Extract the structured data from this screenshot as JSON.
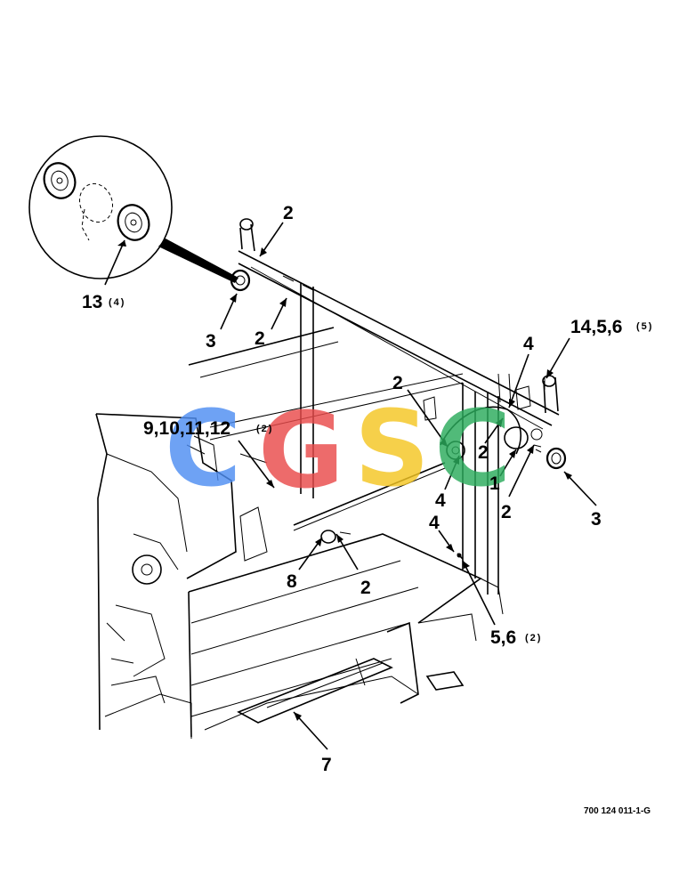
{
  "diagram": {
    "callouts": [
      {
        "id": "c13",
        "text": "13",
        "qty": "(4)"
      },
      {
        "id": "c2a",
        "text": "2",
        "qty": ""
      },
      {
        "id": "c2b",
        "text": "2",
        "qty": ""
      },
      {
        "id": "c3a",
        "text": "3",
        "qty": ""
      },
      {
        "id": "c14",
        "text": "14,5,6",
        "qty": "(5)"
      },
      {
        "id": "c4a",
        "text": "4",
        "qty": ""
      },
      {
        "id": "c2c",
        "text": "2",
        "qty": ""
      },
      {
        "id": "c9",
        "text": "9,10,11,12",
        "qty": "(2)"
      },
      {
        "id": "c2d",
        "text": "2",
        "qty": ""
      },
      {
        "id": "c4b",
        "text": "4",
        "qty": ""
      },
      {
        "id": "c1",
        "text": "1",
        "qty": ""
      },
      {
        "id": "c2e",
        "text": "2",
        "qty": ""
      },
      {
        "id": "c3b",
        "text": "3",
        "qty": ""
      },
      {
        "id": "c4c",
        "text": "4",
        "qty": ""
      },
      {
        "id": "c8",
        "text": "8",
        "qty": ""
      },
      {
        "id": "c2f",
        "text": "2",
        "qty": ""
      },
      {
        "id": "c56",
        "text": "5,6",
        "qty": "(2)"
      },
      {
        "id": "c7",
        "text": "7",
        "qty": ""
      }
    ],
    "watermark": {
      "letters": [
        "C",
        "G",
        "S",
        "C"
      ],
      "colors": [
        "#4f8ef2",
        "#ea4b4b",
        "#f5c623",
        "#2bab5c"
      ]
    },
    "figure_ref": "700 124 011-1-G"
  }
}
